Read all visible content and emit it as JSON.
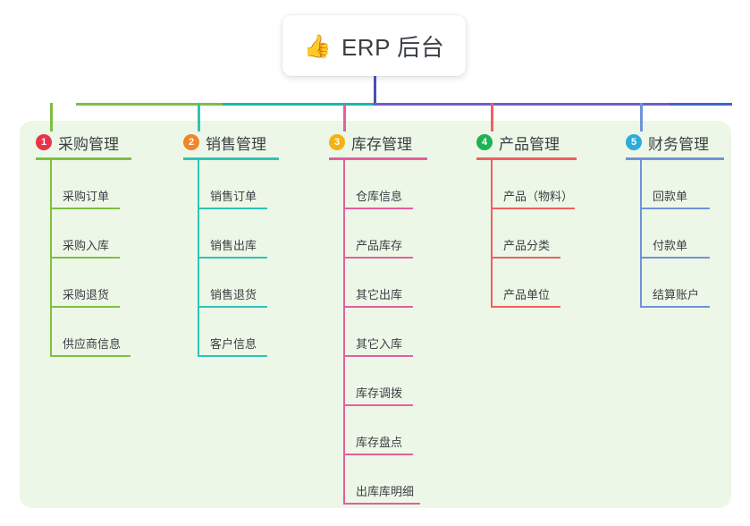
{
  "diagram": {
    "type": "mind-map",
    "root": {
      "icon": "thumbs-up-icon",
      "emoji": "👍",
      "label": "ERP 后台"
    },
    "panel_color": "#edf7e7",
    "connector": {
      "trunk_color": "#4a50b0",
      "segments": [
        {
          "color": "#7ebf43"
        },
        {
          "color": "#17b8ac"
        },
        {
          "color": "#6e5fc8"
        },
        {
          "color": "#3f63c9"
        }
      ]
    },
    "branches": [
      {
        "number": "1",
        "title": "采购管理",
        "badge_color": "#e8334a",
        "line_color": "#7ebf43",
        "items": [
          {
            "label": "采购订单"
          },
          {
            "label": "采购入库"
          },
          {
            "label": "采购退货"
          },
          {
            "label": "供应商信息"
          }
        ]
      },
      {
        "number": "2",
        "title": "销售管理",
        "badge_color": "#f0852a",
        "line_color": "#2ec4b6",
        "items": [
          {
            "label": "销售订单"
          },
          {
            "label": "销售出库"
          },
          {
            "label": "销售退货"
          },
          {
            "label": "客户信息"
          }
        ]
      },
      {
        "number": "3",
        "title": "库存管理",
        "badge_color": "#f5b217",
        "line_color": "#e35f9e",
        "items": [
          {
            "label": "仓库信息"
          },
          {
            "label": "产品库存"
          },
          {
            "label": "其它出库"
          },
          {
            "label": "其它入库"
          },
          {
            "label": "库存调拨"
          },
          {
            "label": "库存盘点"
          },
          {
            "label": "出库库明细"
          }
        ]
      },
      {
        "number": "4",
        "title": "产品管理",
        "badge_color": "#1fb254",
        "line_color": "#f06060",
        "items": [
          {
            "label": "产品（物料）"
          },
          {
            "label": "产品分类"
          },
          {
            "label": "产品单位"
          }
        ]
      },
      {
        "number": "5",
        "title": "财务管理",
        "badge_color": "#2badda",
        "line_color": "#6f93d8",
        "items": [
          {
            "label": "回款单"
          },
          {
            "label": "付款单"
          },
          {
            "label": "结算账户"
          }
        ]
      }
    ]
  }
}
